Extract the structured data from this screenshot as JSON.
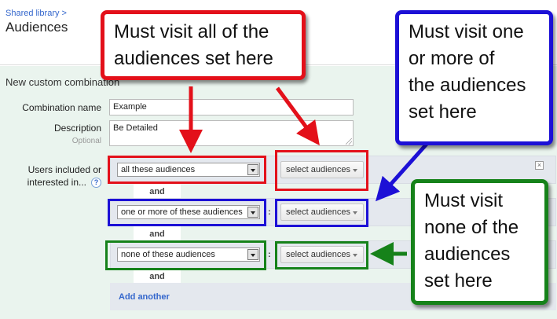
{
  "header": {
    "breadcrumb": "Shared library >",
    "title": "Audiences"
  },
  "form": {
    "section_title": "New custom combination",
    "name_label": "Combination name",
    "name_value": "Example",
    "description_label": "Description",
    "description_sublabel": "Optional",
    "description_value": "Be Detailed",
    "users_label_line1": "Users included or",
    "users_label_line2": "interested in...",
    "help_glyph": "?",
    "conditions": [
      {
        "select_value": "all these audiences",
        "button_label": "select audiences"
      },
      {
        "select_value": "one or more of these audiences",
        "button_label": "select audiences"
      },
      {
        "select_value": "none of these audiences",
        "button_label": "select audiences"
      }
    ],
    "and_labels": [
      "and",
      "and",
      "and"
    ],
    "colon": ":",
    "close_glyph": "×",
    "add_another": "Add another"
  },
  "annotations": {
    "red": {
      "lines": [
        "Must visit all of the",
        "audiences set here"
      ],
      "color": "#e3101a"
    },
    "blue": {
      "lines": [
        "Must visit one",
        "or more of",
        "the audiences",
        "set here"
      ],
      "color": "#1c10d6"
    },
    "green": {
      "lines": [
        "Must visit",
        "none of the",
        "audiences",
        "set here"
      ],
      "color": "#16821a"
    }
  },
  "icons": [
    "help-icon",
    "close-icon",
    "chevron-down-icon",
    "resize-grip-icon"
  ]
}
